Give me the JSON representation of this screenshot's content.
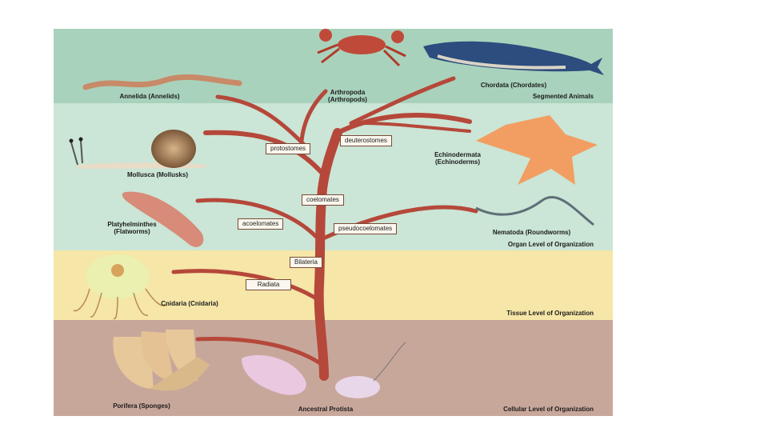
{
  "levels": {
    "segmented": "Segmented Animals",
    "organ": "Organ Level of Organization",
    "tissue": "Tissue Level of Organization",
    "cellular": "Cellular Level of Organization"
  },
  "taxa": {
    "annelida": "Annelida (Annelids)",
    "arthropoda_1": "Arthropoda",
    "arthropoda_2": "(Arthropods)",
    "chordata": "Chordata (Chordates)",
    "mollusca": "Mollusca (Mollusks)",
    "echinodermata_1": "Echinodermata",
    "echinodermata_2": "(Echinoderms)",
    "platyhelminthes_1": "Platyhelminthes",
    "platyhelminthes_2": "(Flatworms)",
    "nematoda": "Nematoda (Roundworms)",
    "cnidaria": "Cnidaria (Cnidaria)",
    "porifera": "Porifera (Sponges)",
    "protista": "Ancestral Protista"
  },
  "nodes": {
    "protostomes": "protostomes",
    "deuterostomes": "deuterostomes",
    "coelomates": "coelomates",
    "acoelomates": "acoelomates",
    "pseudocoelomates": "pseudocoelomates",
    "bilateria": "Bilateria",
    "radiata": "Radiata"
  },
  "colors": {
    "segmented_band": "#a9d2bc",
    "organ_band": "#cbe5d6",
    "tissue_band": "#f6e6a7",
    "cellular_band": "#c8a79b",
    "tree": "#b5483a"
  }
}
